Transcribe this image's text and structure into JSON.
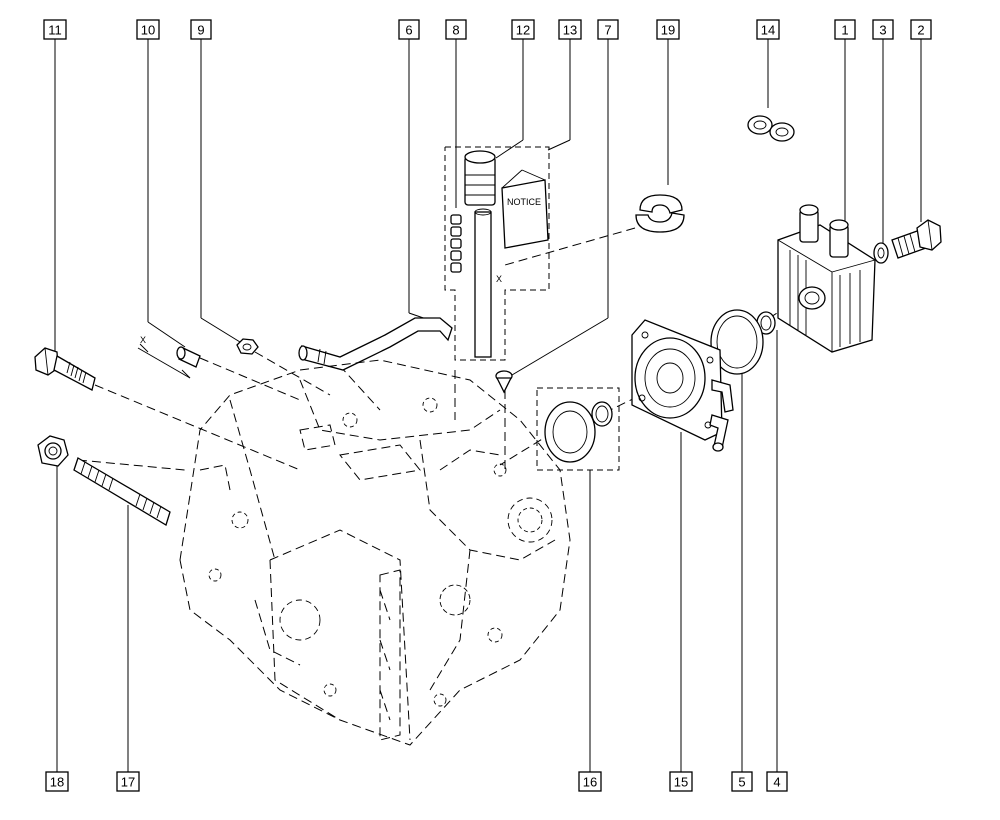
{
  "callouts": {
    "c11": "11",
    "c10": "10",
    "c9": "9",
    "c6": "6",
    "c8": "8",
    "c12": "12",
    "c13": "13",
    "c7": "7",
    "c19": "19",
    "c14": "14",
    "c1": "1",
    "c3": "3",
    "c2": "2",
    "c18": "18",
    "c17": "17",
    "c16": "16",
    "c15": "15",
    "c5": "5",
    "c4": "4"
  },
  "labels": {
    "notice": "NOTICE",
    "x_top": "X",
    "x_left": "X"
  }
}
